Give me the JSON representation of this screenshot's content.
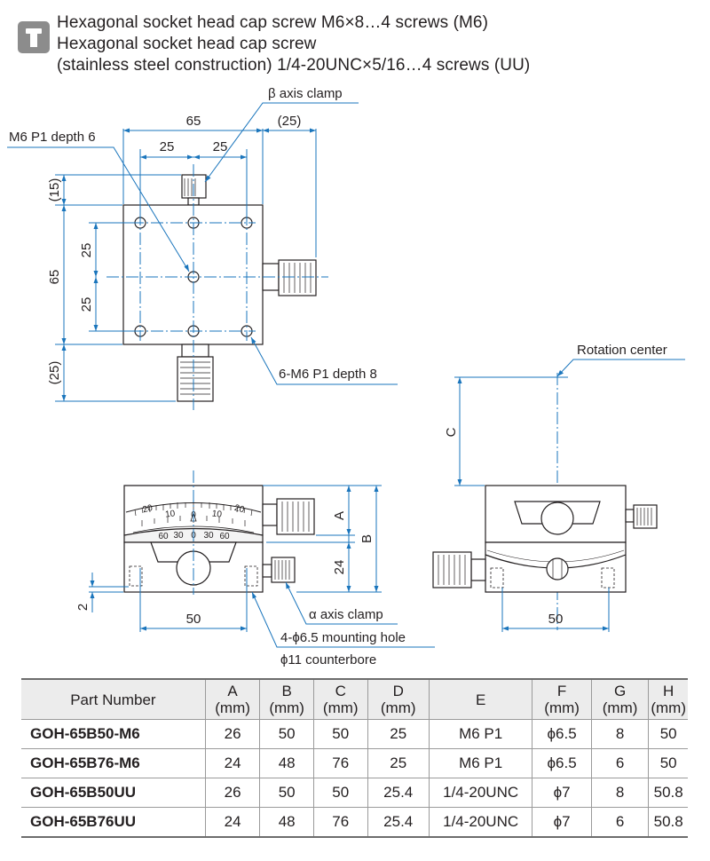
{
  "header": {
    "lines": [
      "Hexagonal socket head cap screw M6×8…4 screws (M6)",
      "Hexagonal socket head cap screw",
      "(stainless steel construction) 1/4-20UNC×5/16…4 screws (UU)"
    ],
    "icon": "hex-screw-icon"
  },
  "drawing": {
    "top_view": {
      "dim_width": "65",
      "dim_offset_right": "(25)",
      "dim_hole_pitch_left": "25",
      "dim_hole_pitch_right": "25",
      "dim_height": "65",
      "dim_pitch_upper": "25",
      "dim_pitch_lower": "25",
      "dim_offset_top": "(15)",
      "dim_offset_bottom": "(25)",
      "callout_beta": "β axis clamp",
      "callout_center_tap": "M6 P1 depth 6",
      "callout_taps": "6-M6 P1 depth 8"
    },
    "front_view": {
      "dim_a": "A",
      "dim_b": "B",
      "dim_24": "24",
      "dim_base_width": "50",
      "dim_2": "2",
      "scale_upper": [
        "20",
        "10",
        "0",
        "10",
        "20"
      ],
      "scale_lower": [
        "60",
        "30",
        "0",
        "30",
        "60"
      ],
      "callout_alpha": "α axis clamp",
      "callout_holes": "4-ϕ6.5 mounting hole",
      "callout_counterbore": "ϕ11 counterbore"
    },
    "side_view": {
      "label_rotation": "Rotation center",
      "dim_c": "C",
      "dim_base_width": "50"
    }
  },
  "table": {
    "headers": [
      {
        "name": "Part Number",
        "unit": ""
      },
      {
        "name": "A",
        "unit": "(mm)"
      },
      {
        "name": "B",
        "unit": "(mm)"
      },
      {
        "name": "C",
        "unit": "(mm)"
      },
      {
        "name": "D",
        "unit": "(mm)"
      },
      {
        "name": "E",
        "unit": ""
      },
      {
        "name": "F",
        "unit": "(mm)"
      },
      {
        "name": "G",
        "unit": "(mm)"
      },
      {
        "name": "H",
        "unit": "(mm)"
      }
    ],
    "rows": [
      [
        "GOH-65B50-M6",
        "26",
        "50",
        "50",
        "25",
        "M6 P1",
        "ϕ6.5",
        "8",
        "50"
      ],
      [
        "GOH-65B76-M6",
        "24",
        "48",
        "76",
        "25",
        "M6 P1",
        "ϕ6.5",
        "6",
        "50"
      ],
      [
        "GOH-65B50UU",
        "26",
        "50",
        "50",
        "25.4",
        "1/4-20UNC",
        "ϕ7",
        "8",
        "50.8"
      ],
      [
        "GOH-65B76UU",
        "24",
        "48",
        "76",
        "25.4",
        "1/4-20UNC",
        "ϕ7",
        "6",
        "50.8"
      ]
    ]
  },
  "colors": {
    "dimension_line": "#1a75bc",
    "outline": "#231f20",
    "table_header_bg": "#ececec"
  }
}
